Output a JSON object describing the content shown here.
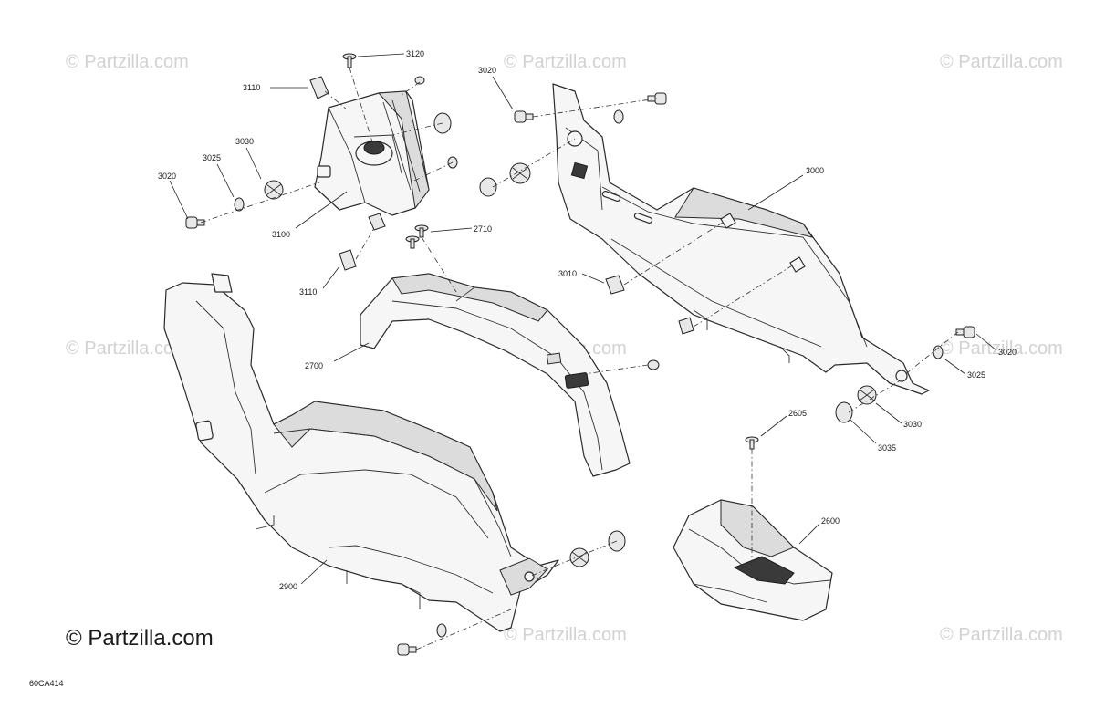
{
  "watermark_text": "© Partzilla.com",
  "brand_logo": "© Partzilla.com",
  "drawing_code": "60CA414",
  "callouts": {
    "c3120": "3120",
    "c3110a": "3110",
    "c3110b": "3110",
    "c3030a": "3030",
    "c3030b": "3030",
    "c3025a": "3025",
    "c3025b": "3025",
    "c3020a": "3020",
    "c3020b": "3020",
    "c3020c": "3020",
    "c3100": "3100",
    "c2710": "2710",
    "c3000": "3000",
    "c3010": "3010",
    "c2700": "2700",
    "c3035": "3035",
    "c2605": "2605",
    "c2600": "2600",
    "c2900": "2900"
  }
}
